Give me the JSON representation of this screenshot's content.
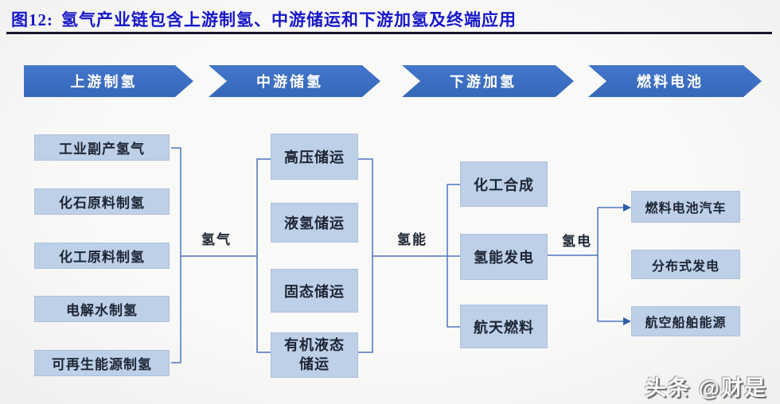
{
  "title": {
    "prefix": "图12:",
    "text": "氢气产业链包含上游制氢、中游储运和下游加氢及终端应用"
  },
  "stages": [
    {
      "label": "上游制氢",
      "items": [
        "工业副产氢气",
        "化石原料制氢",
        "化工原料制氢",
        "电解水制氢",
        "可再生能源制氢"
      ]
    },
    {
      "label": "中游储氢",
      "items": [
        "高压储运",
        "液氢储运",
        "固态储运",
        "有机液态储运"
      ]
    },
    {
      "label": "下游加氢",
      "items": [
        "化工合成",
        "氢能发电",
        "航天燃料"
      ]
    },
    {
      "label": "燃料电池",
      "items": [
        "燃料电池汽车",
        "分布式发电",
        "航空船舶能源"
      ]
    }
  ],
  "flow_labels": [
    {
      "label": "氢气"
    },
    {
      "label": "氢能"
    },
    {
      "label": "氢电"
    }
  ],
  "watermark": "头条 @财是",
  "colors": {
    "arrow_blue": "#3a6ec2",
    "box_fill": "#bdd0e8",
    "wire_blue": "#4a77bd",
    "title_blue": "#1616c9",
    "rule_dark": "#171733"
  }
}
